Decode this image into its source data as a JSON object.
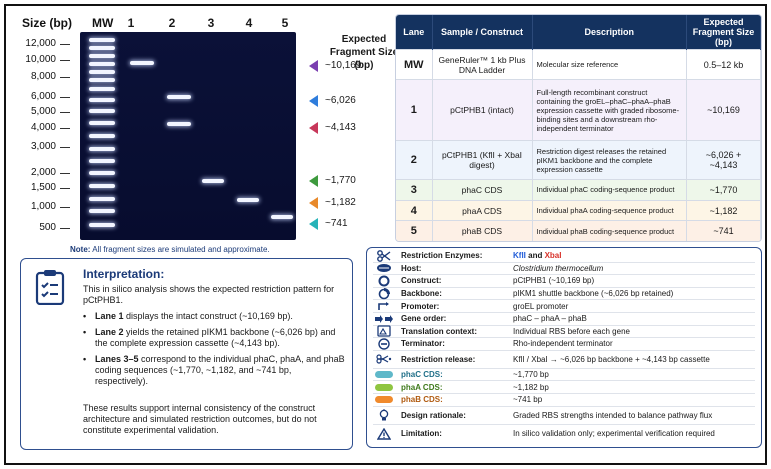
{
  "gel": {
    "size_header": "Size (bp)",
    "mw_header": "MW",
    "lane_labels": [
      "1",
      "2",
      "3",
      "4",
      "5"
    ],
    "ladder_labels": [
      "12,000",
      "10,000",
      "8,000",
      "6,000",
      "5,000",
      "4,000",
      "3,000",
      "2,000",
      "1,500",
      "1,000",
      "500"
    ],
    "expected_header": "Expected Fragment Size (bp)",
    "expected": [
      {
        "value": "~10,169",
        "color": "#7b3fb0"
      },
      {
        "value": "~6,026",
        "color": "#2f7ddc"
      },
      {
        "value": "~4,143",
        "color": "#c7375a"
      },
      {
        "value": "~1,770",
        "color": "#3e9a3e"
      },
      {
        "value": "~1,182",
        "color": "#e8892a"
      },
      {
        "value": "~741",
        "color": "#27b3b8"
      }
    ],
    "note_label": "Note:",
    "note_text": "All fragment sizes are simulated and approximate."
  },
  "table": {
    "headers": [
      "Lane",
      "Sample / Construct",
      "Description",
      "Expected Fragment Size (bp)"
    ],
    "rows": [
      {
        "lane": "MW",
        "sample": "GeneRuler™ 1 kb Plus DNA Ladder",
        "desc": "Molecular size reference",
        "size": "0.5–12 kb",
        "bg": "#ffffff"
      },
      {
        "lane": "1",
        "sample": "pCtPHB1 (intact)",
        "desc": "Full-length recombinant construct containing the groEL–phaC–phaA–phaB expression cassette with graded ribosome-binding sites and a downstream rho-independent terminator",
        "size": "~10,169",
        "bg": "#f5f0fb"
      },
      {
        "lane": "2",
        "sample": "pCtPHB1 (KflI + XbaI digest)",
        "desc": "Restriction digest releases the retained pIKM1 backbone and the complete expression cassette",
        "size": "~6,026 + ~4,143",
        "bg": "#eef4fc"
      },
      {
        "lane": "3",
        "sample": "phaC CDS",
        "desc": "Individual phaC coding-sequence product",
        "size": "~1,770",
        "bg": "#eef7ea"
      },
      {
        "lane": "4",
        "sample": "phaA CDS",
        "desc": "Individual phaA coding-sequence product",
        "size": "~1,182",
        "bg": "#fdf5e6"
      },
      {
        "lane": "5",
        "sample": "phaB CDS",
        "desc": "Individual phaB coding-sequence product",
        "size": "~741",
        "bg": "#fdf0e6"
      }
    ]
  },
  "interpretation": {
    "title": "Interpretation:",
    "intro": "This in silico analysis shows the expected restriction pattern for pCtPHB1.",
    "bullets": [
      {
        "bold": "Lane 1",
        "text": " displays the intact construct (~10,169 bp)."
      },
      {
        "bold": "Lane 2",
        "text": " yields the retained pIKM1 backbone (~6,026 bp) and the complete expression cassette (~4,143 bp)."
      },
      {
        "bold": "Lanes 3–5",
        "text": " correspond to the individual phaC, phaA, and phaB coding sequences (~1,770, ~1,182, and ~741 bp, respectively)."
      }
    ],
    "closing": "These results support internal consistency of the construct architecture and simulated restriction outcomes, but do not constitute experimental validation."
  },
  "details": {
    "enzymes_label": "Restriction Enzymes:",
    "enzyme_1": "KflI",
    "enzyme_and": " and ",
    "enzyme_2": "XbaI",
    "enzyme_1_color": "#1f5bd8",
    "enzyme_2_color": "#d8322a",
    "rows": [
      {
        "label": "Host:",
        "value": "Clostridium thermocellum",
        "icon": "host-icon"
      },
      {
        "label": "Construct:",
        "value": "pCtPHB1 (~10,169 bp)",
        "icon": "plasmid-icon"
      },
      {
        "label": "Backbone:",
        "value": "pIKM1 shuttle backbone (~6,026 bp retained)",
        "icon": "backbone-icon"
      },
      {
        "label": "Promoter:",
        "value": "groEL promoter",
        "icon": "promoter-icon"
      },
      {
        "label": "Gene order:",
        "value": "phaC – phaA – phaB",
        "icon": "gene-order-icon"
      },
      {
        "label": "Translation context:",
        "value": "Individual RBS before each gene",
        "icon": "ribosome-icon"
      },
      {
        "label": "Terminator:",
        "value": "Rho-independent terminator",
        "icon": "terminator-icon"
      },
      {
        "label": "Restriction release:",
        "value": "KflI / XbaI → ~6,026 bp backbone + ~4,143 bp cassette",
        "icon": "scissors-release-icon"
      },
      {
        "label": "phaC CDS:",
        "value": "~1,770 bp",
        "icon": "phac-pill-icon",
        "color": "#5fb8c9",
        "label_color": "#1f6f88"
      },
      {
        "label": "phaA CDS:",
        "value": "~1,182 bp",
        "icon": "phaa-pill-icon",
        "color": "#8fc541",
        "label_color": "#3f7a1c"
      },
      {
        "label": "phaB CDS:",
        "value": "~741 bp",
        "icon": "phab-pill-icon",
        "color": "#f08a2c",
        "label_color": "#b05a10"
      },
      {
        "label": "Design rationale:",
        "value": "Graded RBS strengths intended to balance pathway flux",
        "icon": "lightbulb-icon"
      },
      {
        "label": "Limitation:",
        "value": "In silico validation only; experimental verification required",
        "icon": "warning-icon"
      }
    ]
  }
}
